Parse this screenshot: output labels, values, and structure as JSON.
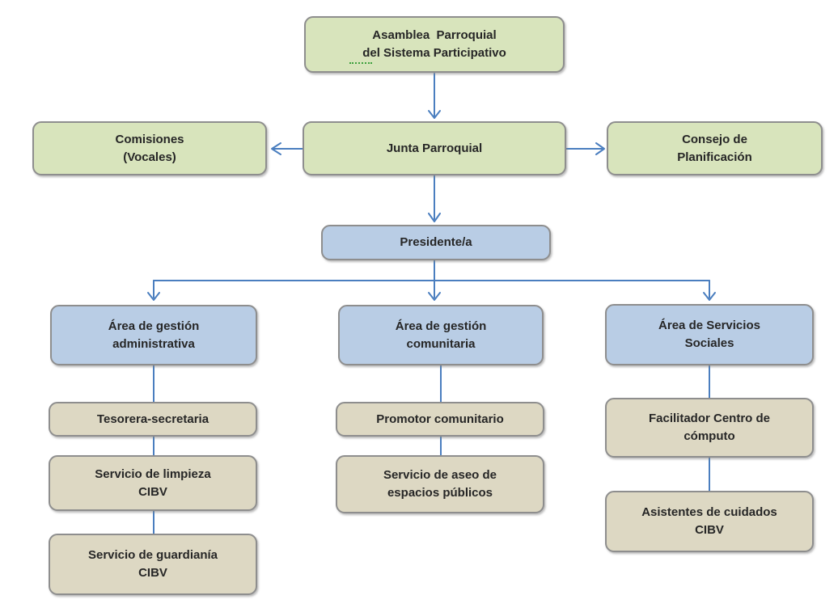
{
  "diagram": {
    "type": "org-chart",
    "language": "es",
    "colors": {
      "green-fill": "#d8e4bc",
      "blue-fill": "#b9cde5",
      "tan-fill": "#ddd8c3",
      "node-border": "#8e8e8e",
      "connector": "#4a7ebf",
      "text": "#262626",
      "spellcheck-underline": "#3da03d"
    },
    "nodes": {
      "asamblea": {
        "line1": "Asamblea  Parroquial",
        "line2": "del Sistema Participativo",
        "level": "top",
        "color": "green"
      },
      "comisiones": {
        "line1": "Comisiones",
        "line2": "(Vocales)",
        "level": "2",
        "color": "green"
      },
      "junta": {
        "line1": "Junta Parroquial",
        "line2": "",
        "level": "2",
        "color": "green"
      },
      "consejo": {
        "line1": "Consejo de",
        "line2": "Planificación",
        "level": "2",
        "color": "green"
      },
      "presidente": {
        "line1": "Presidente/a",
        "line2": "",
        "level": "3",
        "color": "blue"
      },
      "area_administrativa": {
        "line1": "Área de gestión",
        "line2": "administrativa",
        "level": "4",
        "color": "blue"
      },
      "area_comunitaria": {
        "line1": "Área de gestión",
        "line2": "comunitaria",
        "level": "4",
        "color": "blue"
      },
      "area_servicios": {
        "line1": "Área de Servicios",
        "line2": "Sociales",
        "level": "4",
        "color": "blue"
      },
      "tesorera": {
        "line1": "Tesorera-secretaria",
        "line2": "",
        "level": "5",
        "color": "tan"
      },
      "limpieza": {
        "line1": "Servicio de limpieza",
        "line2": "CIBV",
        "level": "5",
        "color": "tan"
      },
      "guardiania": {
        "line1": "Servicio de guardianía",
        "line2": "CIBV",
        "level": "5",
        "color": "tan"
      },
      "promotor": {
        "line1": "Promotor comunitario",
        "line2": "",
        "level": "5",
        "color": "tan"
      },
      "aseo": {
        "line1": "Servicio de aseo de",
        "line2": "espacios públicos",
        "level": "5",
        "color": "tan"
      },
      "facilitador": {
        "line1": "Facilitador Centro de",
        "line2": "cómputo",
        "level": "5",
        "color": "tan"
      },
      "asistentes": {
        "line1": "Asistentes de cuidados",
        "line2": "CIBV",
        "level": "5",
        "color": "tan"
      }
    },
    "edges": [
      {
        "from": "asamblea",
        "to": "junta",
        "arrow": "down"
      },
      {
        "from": "junta",
        "to": "comisiones",
        "arrow": "left"
      },
      {
        "from": "junta",
        "to": "consejo",
        "arrow": "right"
      },
      {
        "from": "junta",
        "to": "presidente",
        "arrow": "down"
      },
      {
        "from": "presidente",
        "to": "area_administrativa",
        "arrow": "down"
      },
      {
        "from": "presidente",
        "to": "area_comunitaria",
        "arrow": "down"
      },
      {
        "from": "presidente",
        "to": "area_servicios",
        "arrow": "down"
      },
      {
        "from": "area_administrativa",
        "to": "tesorera",
        "arrow": "none"
      },
      {
        "from": "tesorera",
        "to": "limpieza",
        "arrow": "none"
      },
      {
        "from": "limpieza",
        "to": "guardiania",
        "arrow": "none"
      },
      {
        "from": "area_comunitaria",
        "to": "promotor",
        "arrow": "none"
      },
      {
        "from": "promotor",
        "to": "aseo",
        "arrow": "none"
      },
      {
        "from": "area_servicios",
        "to": "facilitador",
        "arrow": "none"
      },
      {
        "from": "facilitador",
        "to": "asistentes",
        "arrow": "none"
      }
    ]
  }
}
